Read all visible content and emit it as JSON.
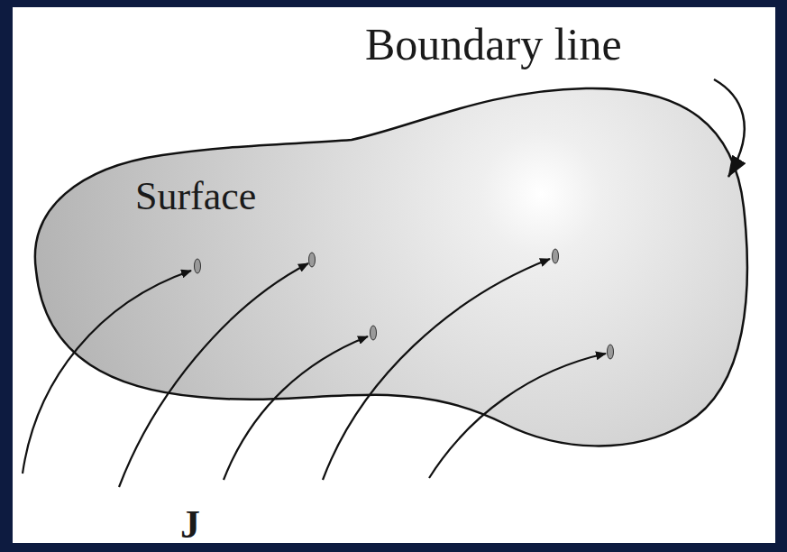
{
  "diagram": {
    "labels": [
      "Boundary line",
      "Surface",
      "J"
    ]
  }
}
